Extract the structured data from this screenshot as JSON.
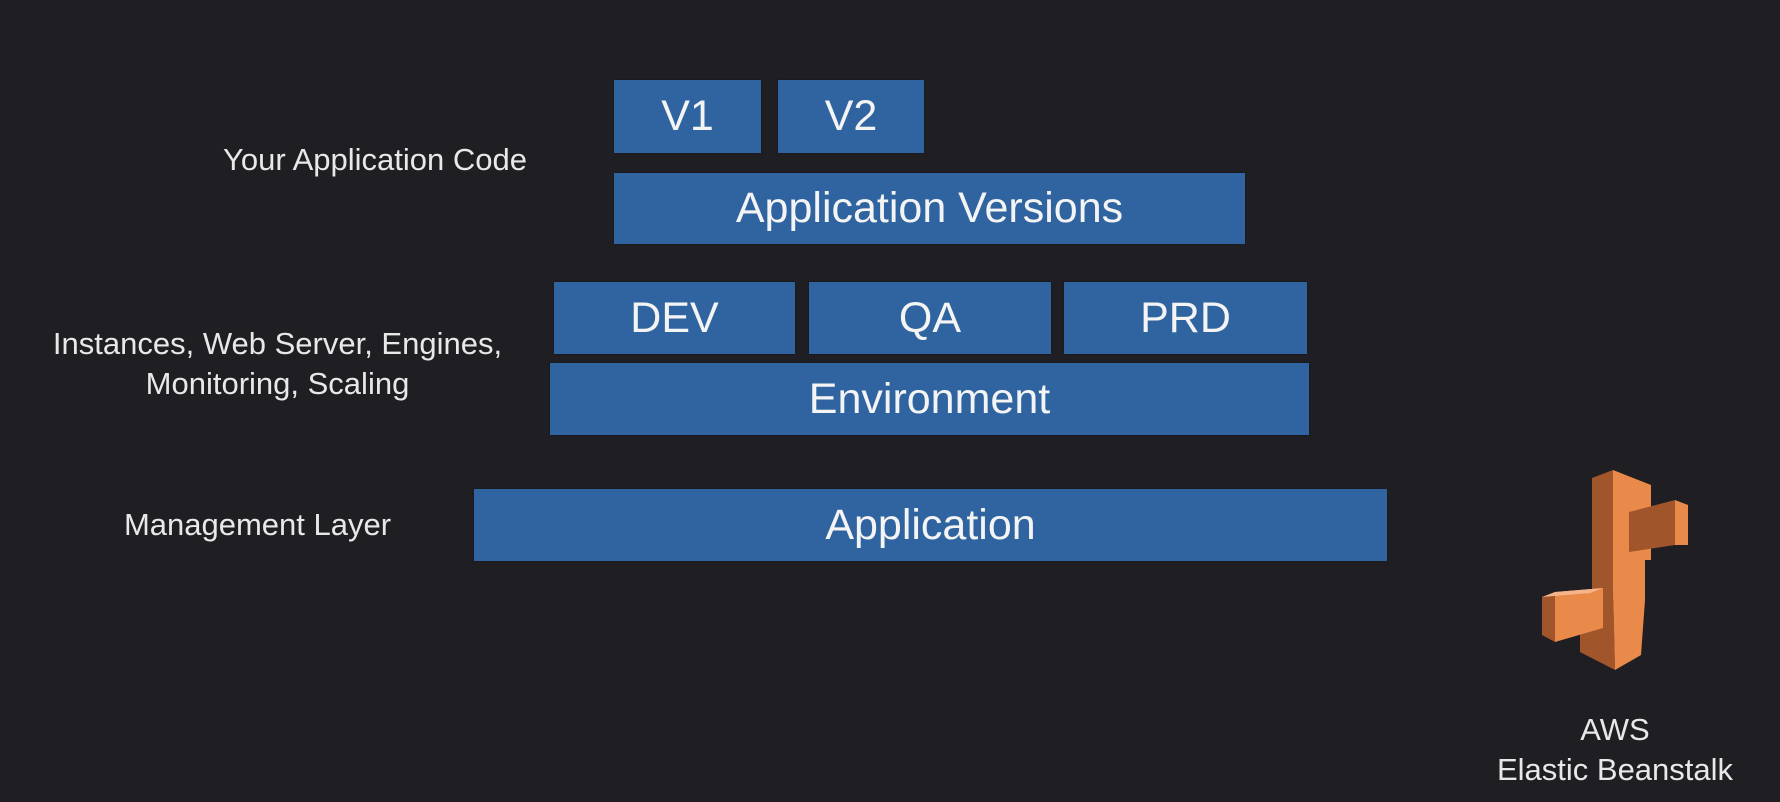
{
  "diagram": {
    "title": "AWS Elastic Beanstalk component layers",
    "layers": [
      {
        "label": "Your Application Code",
        "blocks": {
          "versions": [
            "V1",
            "V2"
          ],
          "container": "Application Versions"
        }
      },
      {
        "label_lines": [
          "Instances, Web Server, Engines,",
          "Monitoring, Scaling"
        ],
        "blocks": {
          "environments": [
            "DEV",
            "QA",
            "PRD"
          ],
          "container": "Environment"
        }
      },
      {
        "label": "Management Layer",
        "blocks": {
          "container": "Application"
        }
      }
    ]
  },
  "brand": {
    "logo_icon": "aws-elastic-beanstalk-logo",
    "line1": "AWS",
    "line2": "Elastic Beanstalk"
  },
  "colors": {
    "background": "#1f1e23",
    "block": "#2f64a0",
    "logo_light": "#e98a4a",
    "logo_dark": "#a0552b"
  }
}
